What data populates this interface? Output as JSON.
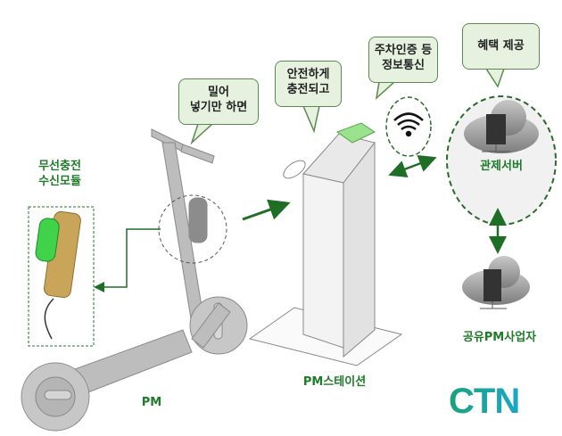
{
  "bubbles": {
    "push": [
      "밀어",
      "넣기만 하면"
    ],
    "charge": [
      "안전하게",
      "충전되고"
    ],
    "comm": [
      "주차인증 등",
      "정보통신"
    ],
    "benefit": "혜택 제공"
  },
  "labels": {
    "module": [
      "무선충전",
      "수신모듈"
    ],
    "server": "관제서버",
    "operator": "공유PM사업자",
    "station": "PM스테이션",
    "pm": "PM"
  },
  "logo": "CTN",
  "colors": {
    "accent": "#1f7a2a",
    "bubble_bg": "#e6f2df",
    "logo_start": "#1aa37a",
    "logo_end": "#1ba7c8"
  }
}
